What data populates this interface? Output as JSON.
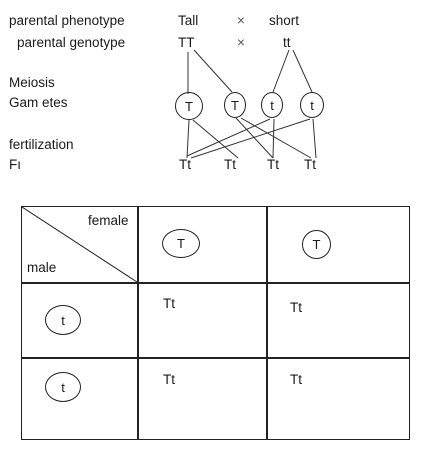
{
  "cross": {
    "phenotype_label": "parental phenotype",
    "phenotype_p1": "Tall",
    "phenotype_cross": "×",
    "phenotype_p2": "short",
    "genotype_label": "parental genotype",
    "genotype_p1": "TT",
    "genotype_cross": "×",
    "genotype_p2": "tt",
    "meiosis_label": "Meiosis",
    "gametes_label": "Gam etes",
    "gametes": [
      "T",
      "T",
      "t",
      "t"
    ],
    "fertilization_label": "fertilization",
    "f1_label": "Fı",
    "f1_offspring": [
      "Tt",
      "Tt",
      "Tt",
      "Tt"
    ]
  },
  "punnett": {
    "header_female": "female",
    "header_male": "male",
    "female_gametes": [
      "T",
      "T"
    ],
    "male_gametes": [
      "t",
      "t"
    ],
    "cells": [
      [
        "Tt",
        "Tt"
      ],
      [
        "Tt",
        "Tt"
      ]
    ]
  }
}
